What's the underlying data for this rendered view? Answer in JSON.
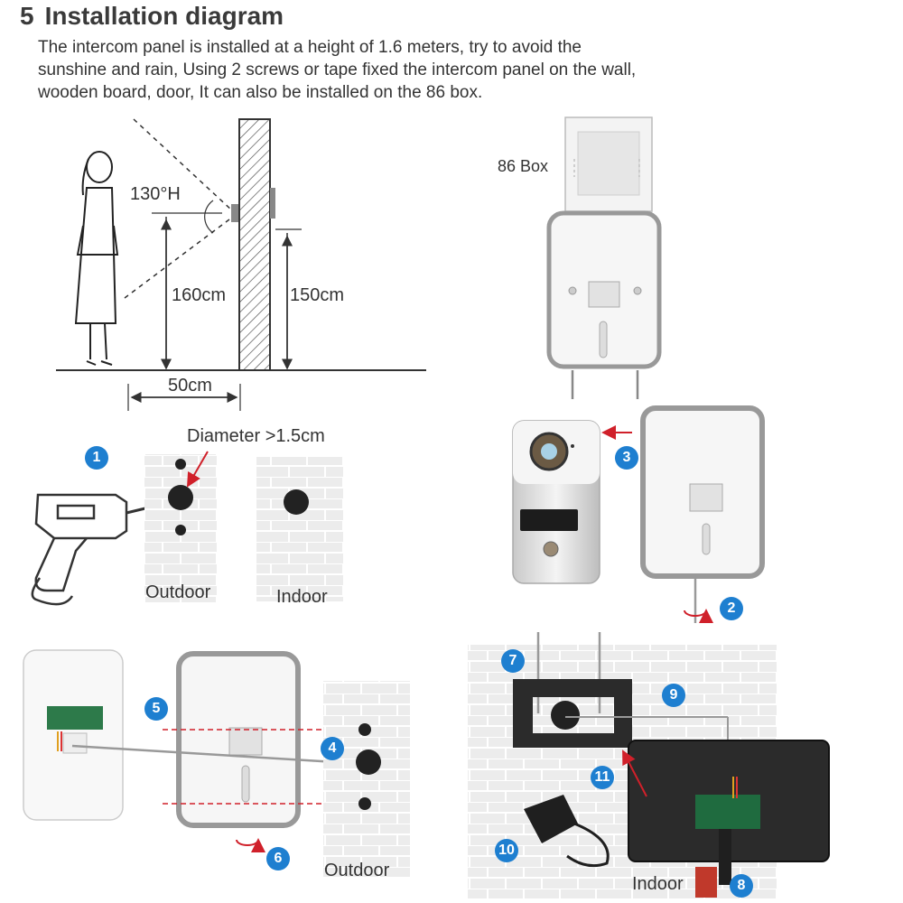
{
  "header": {
    "section_number": "5",
    "title": "Installation diagram",
    "description_lines": [
      "The intercom panel is installed at a height of 1.6 meters, try to avoid the",
      "sunshine and rain, Using 2 screws or tape fixed the  intercom panel on the wall,",
      "wooden board, door, It can also be installed on the 86 box."
    ]
  },
  "height_diagram": {
    "angle_label": "130°H",
    "camera_height": "160cm",
    "panel_height": "150cm",
    "distance": "50cm"
  },
  "box_diagram": {
    "box_label": "86 Box"
  },
  "drill_diagram": {
    "diameter_label": "Diameter >1.5cm",
    "outdoor_label": "Outdoor",
    "indoor_label": "Indoor"
  },
  "mount_diagram": {
    "outdoor_label": "Outdoor"
  },
  "monitor_diagram": {
    "indoor_label": "Indoor"
  },
  "steps": [
    "1",
    "2",
    "3",
    "4",
    "5",
    "6",
    "7",
    "8",
    "9",
    "10",
    "11"
  ],
  "colors": {
    "badge": "#1e7fd0",
    "arrow": "#d0202a",
    "wall_hatch": "#555555"
  }
}
